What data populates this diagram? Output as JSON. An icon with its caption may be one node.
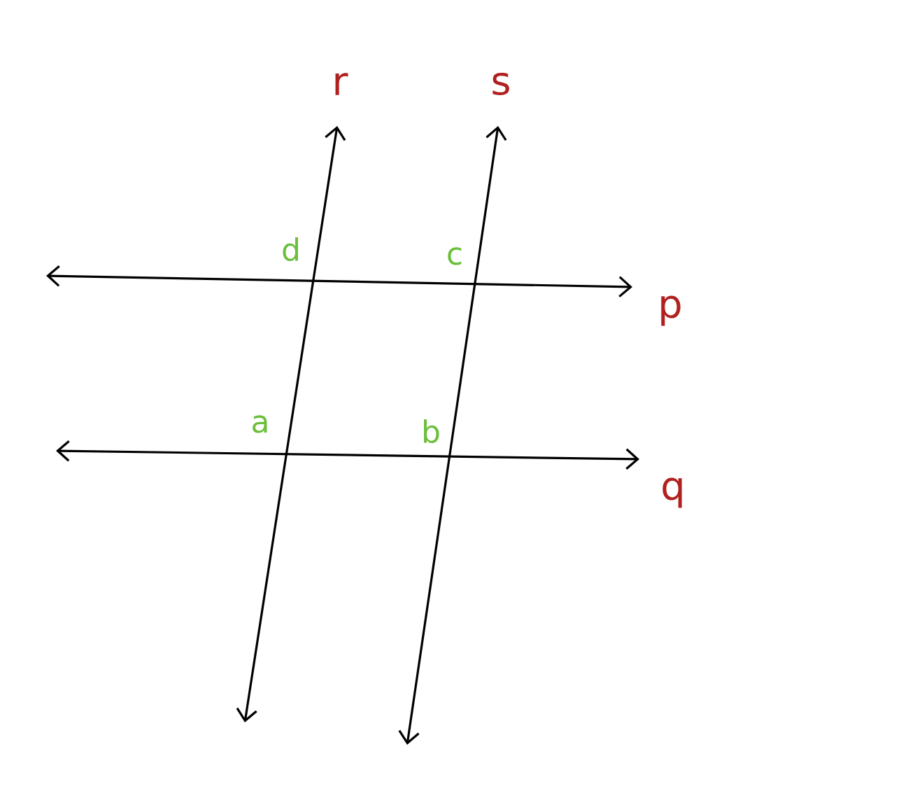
{
  "diagram": {
    "labels": [
      "r",
      "s",
      "d",
      "c",
      "p",
      "a",
      "b",
      "q"
    ]
  }
}
